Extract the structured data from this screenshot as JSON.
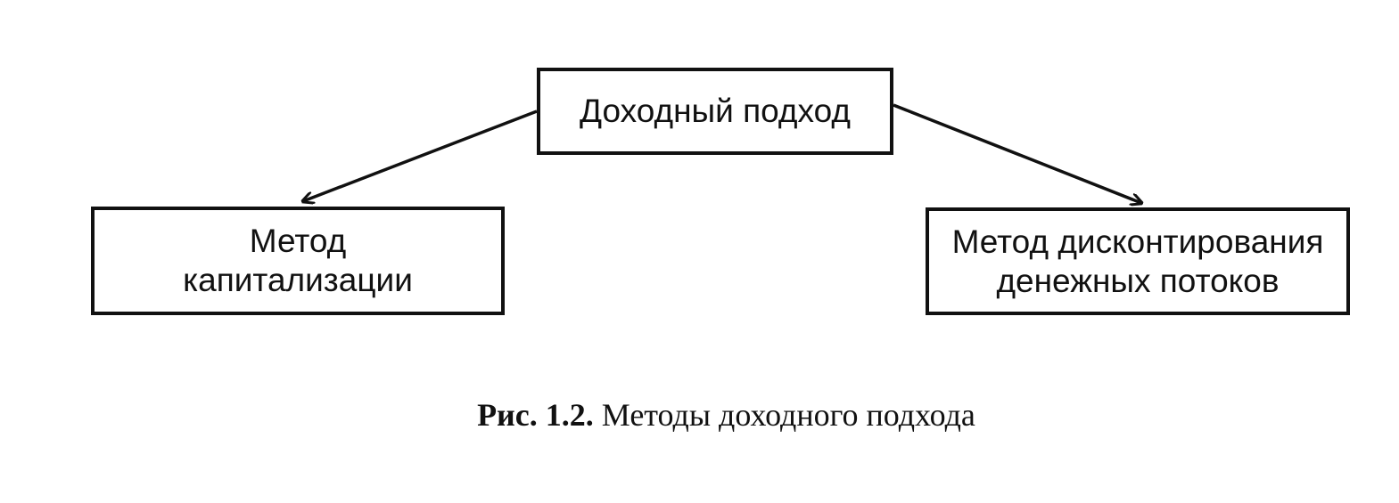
{
  "nodes": {
    "root": {
      "label": "Доходный подход"
    },
    "left": {
      "lines": [
        "Метод",
        "капитализации"
      ]
    },
    "right": {
      "lines": [
        "Метод дисконтирования",
        "денежных потоков"
      ]
    }
  },
  "edges": [
    {
      "from": "root",
      "to": "left"
    },
    {
      "from": "root",
      "to": "right"
    }
  ],
  "caption": {
    "number": "Рис. 1.2.",
    "text": "Методы доходного подхода"
  },
  "colors": {
    "stroke": "#111111",
    "background": "#ffffff"
  }
}
